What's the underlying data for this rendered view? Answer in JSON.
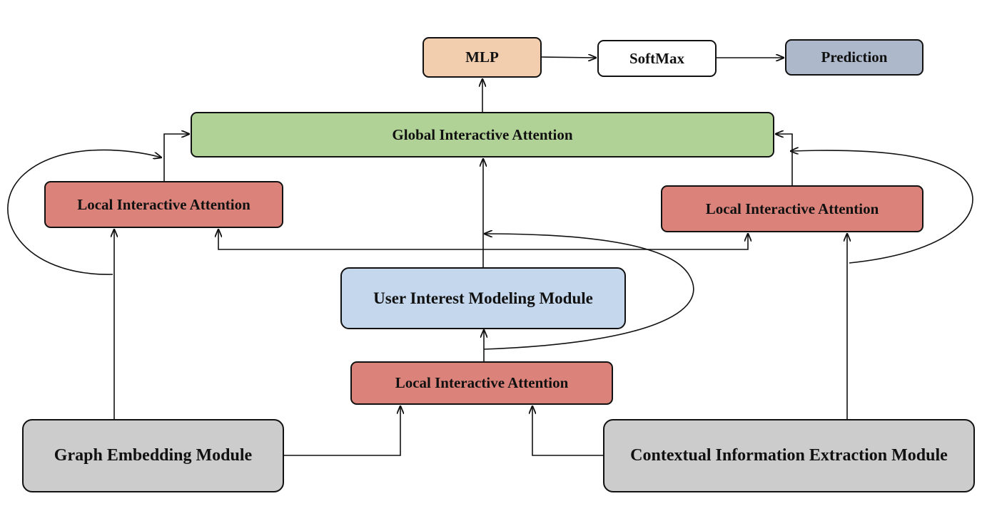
{
  "nodes": {
    "mlp": {
      "label": "MLP",
      "color": "#f2ceae"
    },
    "softmax": {
      "label": "SoftMax",
      "color": "#ffffff"
    },
    "prediction": {
      "label": "Prediction",
      "color": "#adb8ca"
    },
    "global_attention": {
      "label": "Global Interactive Attention",
      "color": "#b1d296"
    },
    "local_attention_left": {
      "label": "Local Interactive Attention",
      "color": "#db837a"
    },
    "local_attention_right": {
      "label": "Local Interactive Attention",
      "color": "#db837a"
    },
    "user_interest": {
      "label": "User Interest Modeling Module",
      "color": "#c4d7ec"
    },
    "local_attention_bottom": {
      "label": "Local Interactive Attention",
      "color": "#db837a"
    },
    "graph_embedding": {
      "label": "Graph Embedding Module",
      "color": "#cccccc"
    },
    "contextual_extraction": {
      "label": "Contextual Information Extraction Module",
      "color": "#cccccc"
    }
  },
  "edges": [
    {
      "from": "mlp",
      "to": "softmax"
    },
    {
      "from": "softmax",
      "to": "prediction"
    },
    {
      "from": "global_attention",
      "to": "mlp"
    },
    {
      "from": "user_interest",
      "to": "global_attention"
    },
    {
      "from": "local_attention_left",
      "to": "global_attention"
    },
    {
      "from": "local_attention_right",
      "to": "global_attention"
    },
    {
      "from": "local_attention_bottom",
      "to": "user_interest"
    },
    {
      "from": "graph_embedding",
      "to": "local_attention_left"
    },
    {
      "from": "graph_embedding",
      "to": "local_attention_bottom"
    },
    {
      "from": "contextual_extraction",
      "to": "local_attention_right"
    },
    {
      "from": "contextual_extraction",
      "to": "local_attention_bottom"
    },
    {
      "from": "user_interest",
      "to": "local_attention_left"
    },
    {
      "from": "user_interest",
      "to": "local_attention_right"
    }
  ]
}
